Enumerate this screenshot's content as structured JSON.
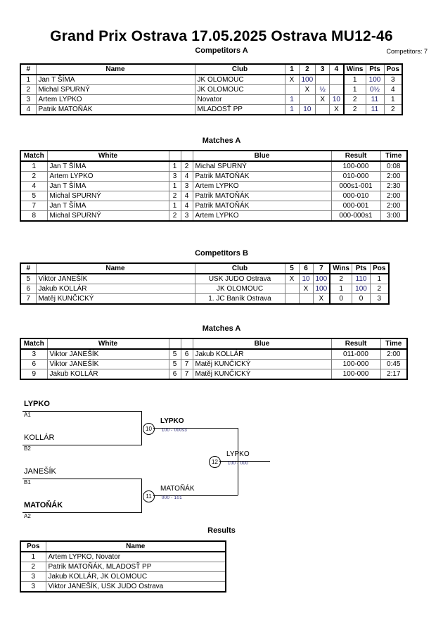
{
  "header": {
    "title": "Grand Prix Ostrava  17.05.2025  Ostrava   MU12-46",
    "subtitle_a": "Competitors A",
    "competitors_count": "Competitors: 7"
  },
  "competitors_a": {
    "columns": [
      "#",
      "Name",
      "Club",
      "1",
      "2",
      "3",
      "4",
      "Wins",
      "Pts",
      "Pos"
    ],
    "rows": [
      {
        "num": "1",
        "name": "Jan T ŠÍMA",
        "club": "JK OLOMOUC",
        "c1": "X",
        "c2": "100",
        "c3": "",
        "c4": "",
        "wins": "1",
        "pts": "100",
        "pos": "3"
      },
      {
        "num": "2",
        "name": "Michal SPURNÝ",
        "club": "JK OLOMOUC",
        "c1": "",
        "c2": "X",
        "c3": "½",
        "c4": "",
        "wins": "1",
        "pts": "0½",
        "pos": "4"
      },
      {
        "num": "3",
        "name": "Artem LYPKO",
        "club": "Novator",
        "c1": "1",
        "c2": "",
        "c3": "X",
        "c4": "10",
        "wins": "2",
        "pts": "11",
        "pos": "1"
      },
      {
        "num": "4",
        "name": "Patrik MATOŇÁK",
        "club": "MLADOSŤ PP",
        "c1": "1",
        "c2": "10",
        "c3": "",
        "c4": "X",
        "wins": "2",
        "pts": "11",
        "pos": "2"
      }
    ]
  },
  "matches_a": {
    "caption": "Matches A",
    "columns": [
      "Match",
      "White",
      "",
      "",
      "Blue",
      "Result",
      "Time"
    ],
    "rows": [
      {
        "match": "1",
        "white": "Jan T ŠÍMA",
        "white_bold": true,
        "wn": "1",
        "bn": "2",
        "blue": "Michal SPURNÝ",
        "blue_bold": false,
        "result": "100-000",
        "time": "0:08"
      },
      {
        "match": "2",
        "white": "Artem LYPKO",
        "white_bold": true,
        "wn": "3",
        "bn": "4",
        "blue": "Patrik MATOŇÁK",
        "blue_bold": false,
        "result": "010-000",
        "time": "2:00"
      },
      {
        "match": "4",
        "white": "Jan T ŠÍMA",
        "white_bold": false,
        "wn": "1",
        "bn": "3",
        "blue": "Artem LYPKO",
        "blue_bold": true,
        "result": "000s1-001",
        "time": "2:30"
      },
      {
        "match": "5",
        "white": "Michal SPURNÝ",
        "white_bold": false,
        "wn": "2",
        "bn": "4",
        "blue": "Patrik MATOŇÁK",
        "blue_bold": true,
        "result": "000-010",
        "time": "2:00"
      },
      {
        "match": "7",
        "white": "Jan T ŠÍMA",
        "white_bold": false,
        "wn": "1",
        "bn": "4",
        "blue": "Patrik MATOŇÁK",
        "blue_bold": true,
        "result": "000-001",
        "time": "2:00"
      },
      {
        "match": "8",
        "white": "Michal SPURNÝ",
        "white_bold": true,
        "wn": "2",
        "bn": "3",
        "blue": "Artem LYPKO",
        "blue_bold": false,
        "result": "000-000s1",
        "time": "3:00"
      }
    ]
  },
  "competitors_b": {
    "caption": "Competitors B",
    "columns": [
      "#",
      "Name",
      "Club",
      "5",
      "6",
      "7",
      "Wins",
      "Pts",
      "Pos"
    ],
    "rows": [
      {
        "num": "5",
        "name": "Viktor JANEŠÍK",
        "club": "USK JUDO Ostrava",
        "c1": "X",
        "c2": "10",
        "c3": "100",
        "wins": "2",
        "pts": "110",
        "pos": "1"
      },
      {
        "num": "6",
        "name": "Jakub KOLLÁR",
        "club": "JK OLOMOUC",
        "c1": "",
        "c2": "X",
        "c3": "100",
        "wins": "1",
        "pts": "100",
        "pos": "2"
      },
      {
        "num": "7",
        "name": "Matěj KUNČICKÝ",
        "club": "1. JC Baník Ostrava",
        "c1": "",
        "c2": "",
        "c3": "X",
        "wins": "0",
        "pts": "0",
        "pos": "3"
      }
    ]
  },
  "matches_b": {
    "caption": "Matches A",
    "columns": [
      "Match",
      "White",
      "",
      "",
      "Blue",
      "Result",
      "Time"
    ],
    "rows": [
      {
        "match": "3",
        "white": "Viktor JANEŠÍK",
        "white_bold": true,
        "wn": "5",
        "bn": "6",
        "blue": "Jakub KOLLÁR",
        "blue_bold": false,
        "result": "011-000",
        "time": "2:00"
      },
      {
        "match": "6",
        "white": "Viktor JANEŠÍK",
        "white_bold": true,
        "wn": "5",
        "bn": "7",
        "blue": "Matěj KUNČICKÝ",
        "blue_bold": false,
        "result": "100-000",
        "time": "0:45"
      },
      {
        "match": "9",
        "white": "Jakub KOLLÁR",
        "white_bold": true,
        "wn": "6",
        "bn": "7",
        "blue": "Matěj KUNČICKÝ",
        "blue_bold": false,
        "result": "100-000",
        "time": "2:17"
      }
    ]
  },
  "bracket": {
    "entries": [
      {
        "name": "LYPKO",
        "seed": "A1",
        "bold": true
      },
      {
        "name": "KOLLÁR",
        "seed": "B2",
        "bold": false
      },
      {
        "name": "JANEŠÍK",
        "seed": "B1",
        "bold": false
      },
      {
        "name": "MATOŇÁK",
        "seed": "A2",
        "bold": true
      }
    ],
    "semis": [
      {
        "node": "10",
        "winner": "LYPKO",
        "score": "100 - 000s3",
        "bold": true
      },
      {
        "node": "11",
        "winner": "MATOŇÁK",
        "score": "000 - 101",
        "bold": false
      }
    ],
    "final": {
      "node": "12",
      "winner": "LYPKO",
      "score": "100 - 000",
      "bold": false
    }
  },
  "results": {
    "caption": "Results",
    "columns": [
      "Pos",
      "Name"
    ],
    "rows": [
      {
        "pos": "1",
        "name": "Artem LYPKO, Novator"
      },
      {
        "pos": "2",
        "name": "Patrik MATOŇÁK, MLADOSŤ PP"
      },
      {
        "pos": "3",
        "name": "Jakub KOLLÁR, JK OLOMOUC"
      },
      {
        "pos": "3",
        "name": "Viktor JANEŠÍK, USK JUDO Ostrava"
      }
    ]
  }
}
